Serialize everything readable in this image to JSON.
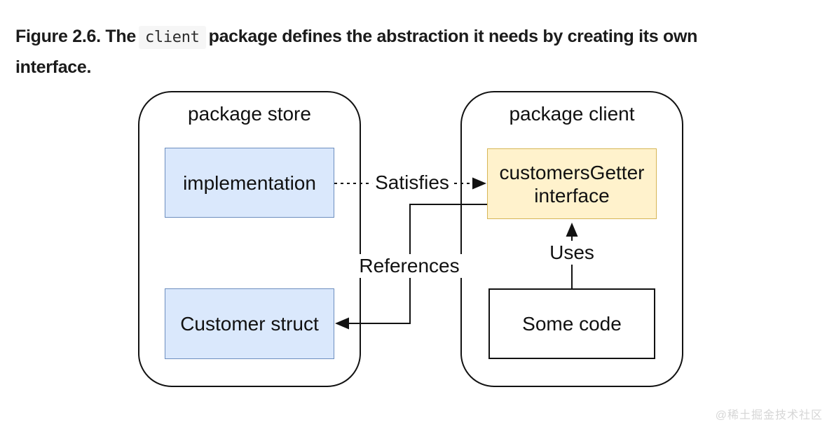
{
  "caption": {
    "line1_prefix": "Figure 2.6. The",
    "code": "client",
    "line1_suffix": "package defines the abstraction it needs by creating its own",
    "line2": "interface."
  },
  "diagram": {
    "store": {
      "title": "package store",
      "implementation_label": "implementation",
      "customer_label": "Customer struct"
    },
    "client": {
      "title": "package client",
      "interface_label": "customersGetter interface",
      "code_label": "Some code"
    },
    "edges": {
      "satisfies": "Satisfies",
      "references": "References",
      "uses": "Uses"
    },
    "colors": {
      "blue_fill": "#dae8fc",
      "blue_stroke": "#6c8ebf",
      "yellow_fill": "#fff2cc",
      "yellow_stroke": "#d6b656",
      "line": "#121212"
    }
  },
  "watermark": "@稀土掘金技术社区"
}
